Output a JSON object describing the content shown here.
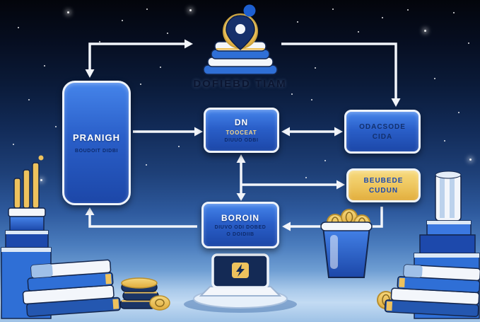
{
  "title": "DOFIEBD TIAM",
  "nodes": {
    "left": {
      "line1": "PRANIGH",
      "line2": "BOUDOIT DIDBI"
    },
    "center": {
      "line1": "DN",
      "line2": "TOOCEAT",
      "line3": "DIUUO ODBI"
    },
    "right": {
      "line1": "ODACSODE",
      "line2": "CIDA"
    },
    "gold": {
      "line1": "BEUBEDE",
      "line2": "CUDUN"
    },
    "bottom": {
      "line1": "BOROIN",
      "line2": "DIUVO ODI DOBED",
      "line3": "O DOIDIIB"
    }
  },
  "icons": {
    "hub": "location-pin-on-stack",
    "decorations": [
      "bar-chart-tower",
      "book-stack-left",
      "coin-stack",
      "laptop-podium",
      "coin-bucket",
      "gold-coin",
      "striped-tower",
      "book-stack-right"
    ]
  },
  "colors": {
    "node_blue": "#2f6fd6",
    "node_blue_dark": "#1c47a8",
    "gold": "#eec25d",
    "navy_outline": "#14264c",
    "arrow_white": "#f2f5fa",
    "text_navy": "#0d2a6b",
    "text_white": "#ffffff",
    "sky_top": "#03050b",
    "floor_blue": "#9ec2e6"
  }
}
